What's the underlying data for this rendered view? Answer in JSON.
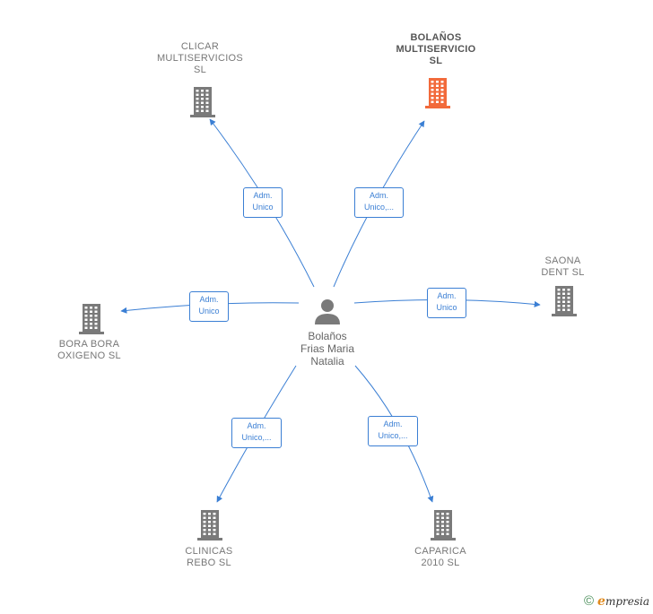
{
  "colors": {
    "edge": "#3b7fd4",
    "building": "#7a7a7a",
    "building_main": "#f26a3b",
    "person": "#7a7a7a"
  },
  "center": {
    "name_lines": [
      "Bolaños",
      "Frias Maria",
      "Natalia"
    ],
    "icon": "person-icon"
  },
  "companies": {
    "clicar": {
      "lines": [
        "CLICAR",
        "MULTISERVICIOS",
        "SL"
      ],
      "icon": "building-icon"
    },
    "bolanos": {
      "lines": [
        "BOLAÑOS",
        "MULTISERVICIO",
        "SL"
      ],
      "icon": "building-icon",
      "highlight": true
    },
    "saona": {
      "lines": [
        "SAONA",
        "DENT SL"
      ],
      "icon": "building-icon"
    },
    "bora": {
      "lines": [
        "BORA BORA",
        "OXIGENO SL"
      ],
      "icon": "building-icon"
    },
    "clinicas": {
      "lines": [
        "CLINICAS",
        "REBO SL"
      ],
      "icon": "building-icon"
    },
    "caparica": {
      "lines": [
        "CAPARICA",
        "2010 SL"
      ],
      "icon": "building-icon"
    }
  },
  "roles": {
    "clicar": [
      "Adm.",
      "Unico"
    ],
    "bolanos": [
      "Adm.",
      "Unico,..."
    ],
    "saona": [
      "Adm.",
      "Unico"
    ],
    "bora": [
      "Adm.",
      "Unico"
    ],
    "clinicas": [
      "Adm.",
      "Unico,..."
    ],
    "caparica": [
      "Adm.",
      "Unico,..."
    ]
  },
  "footer": {
    "copyright_symbol": "©",
    "brand_initial": "e",
    "brand_rest": "mpresia"
  }
}
